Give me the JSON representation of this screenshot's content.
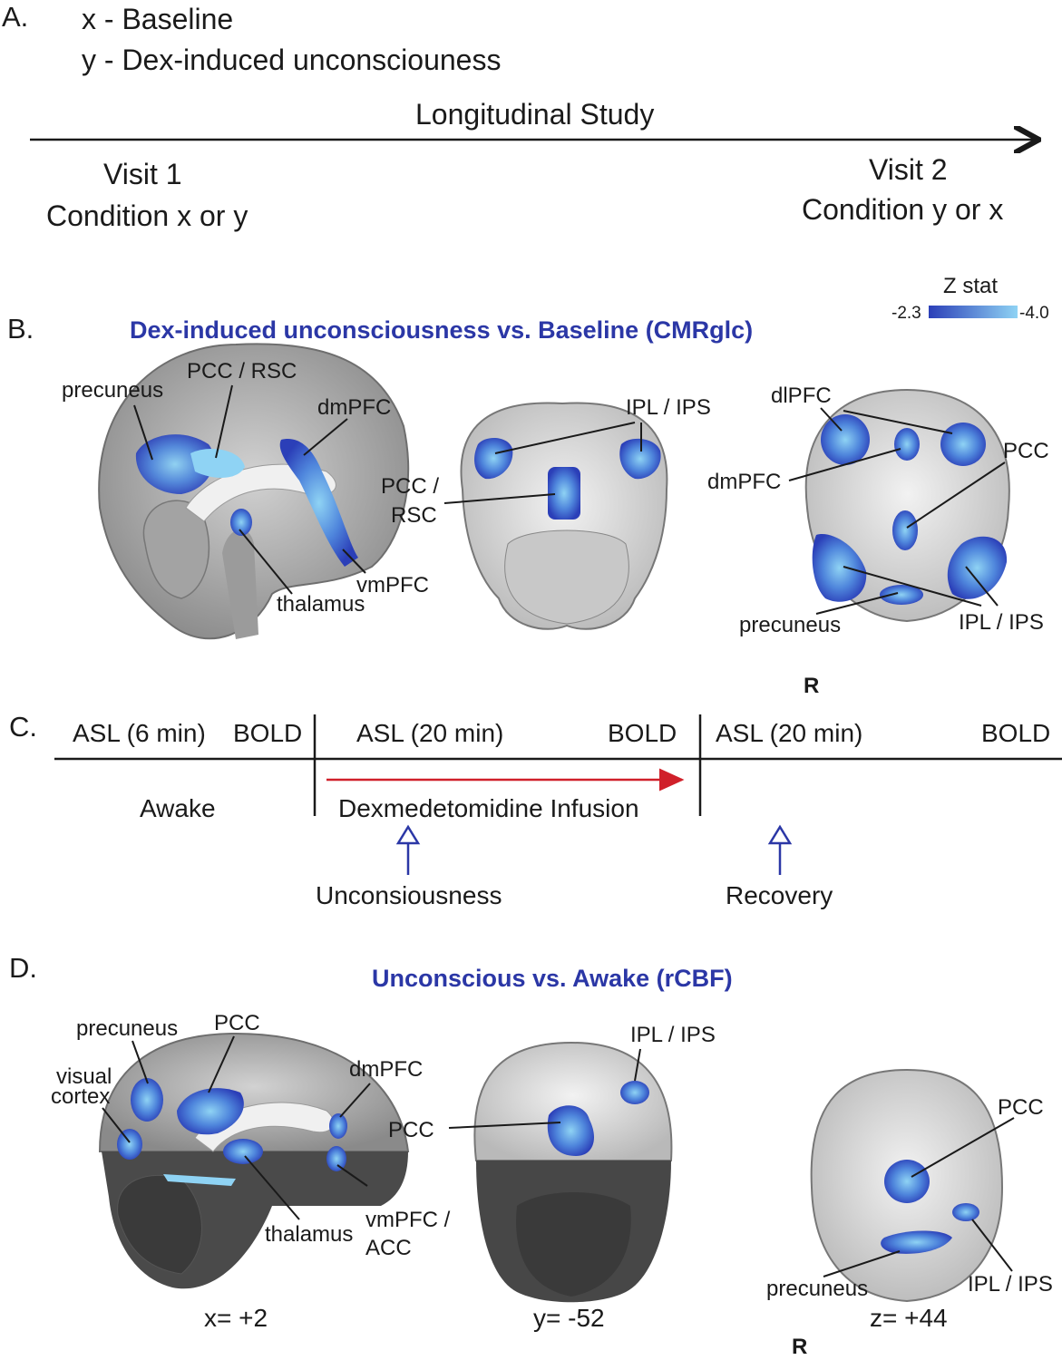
{
  "panel_a": {
    "label": "A.",
    "legend_x": "x - Baseline",
    "legend_y": "y - Dex-induced unconsciouness",
    "timeline_title": "Longitudinal Study",
    "visit1_title": "Visit 1",
    "visit1_condition": "Condition x or y",
    "visit2_title": "Visit 2",
    "visit2_condition": "Condition y or x"
  },
  "panel_b": {
    "label": "B.",
    "title": "Dex-induced unconsciousness vs. Baseline (CMRglc)",
    "colorbar": {
      "title": "Z stat",
      "min_label": "-2.3",
      "max_label": "-4.0",
      "color_min": "#2b3fb8",
      "color_max": "#8fd3f4"
    },
    "sagittal_labels": {
      "precuneus": "precuneus",
      "pcc_rsc": "PCC / RSC",
      "dmpfc": "dmPFC",
      "vmpfc": "vmPFC",
      "thalamus": "thalamus"
    },
    "coronal_labels": {
      "ipl_ips": "IPL / IPS",
      "pcc": "PCC /",
      "rsc": "RSC"
    },
    "axial_labels": {
      "dlpfc": "dlPFC",
      "pcc": "PCC",
      "dmpfc": "dmPFC",
      "precuneus": "precuneus",
      "ipl_ips": "IPL / IPS"
    },
    "orientation": "R"
  },
  "panel_c": {
    "label": "C.",
    "seg1_asl": "ASL (6 min)",
    "seg1_bold": "BOLD",
    "seg2_asl": "ASL (20 min)",
    "seg2_bold": "BOLD",
    "seg3_asl": "ASL (20 min)",
    "seg3_bold": "BOLD",
    "awake": "Awake",
    "infusion": "Dexmedetomidine Infusion",
    "unconsciousness": "Unconsiousness",
    "recovery": "Recovery",
    "infusion_arrow_color": "#d0202a",
    "event_arrow_color": "#2b37a6"
  },
  "panel_d": {
    "label": "D.",
    "title": "Unconscious vs. Awake (rCBF)",
    "sagittal_labels": {
      "precuneus": "precuneus",
      "pcc": "PCC",
      "visual1": "visual",
      "visual2": "cortex",
      "dmpfc": "dmPFC",
      "thalamus": "thalamus",
      "vmpfc": "vmPFC /",
      "acc": "ACC"
    },
    "coronal_labels": {
      "ipl_ips": "IPL / IPS",
      "pcc": "PCC"
    },
    "axial_labels": {
      "pcc": "PCC",
      "precuneus": "precuneus",
      "ipl_ips": "IPL / IPS"
    },
    "coords": {
      "x": "x= +2",
      "y": "y= -52",
      "z": "z= +44"
    },
    "orientation": "R"
  }
}
